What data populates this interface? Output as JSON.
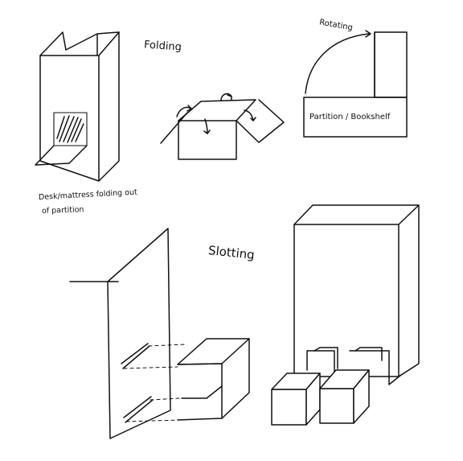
{
  "labels": {
    "folding": "Folding",
    "rotating": "Rotating",
    "partition_bookshelf": "Partition / Bookshelf",
    "desk_caption_line1": "Desk/mattress folding out",
    "desk_caption_line2": "of partition",
    "slotting": "Slotting"
  },
  "colors": {
    "ink": "#111111",
    "paper": "#ffffff"
  }
}
